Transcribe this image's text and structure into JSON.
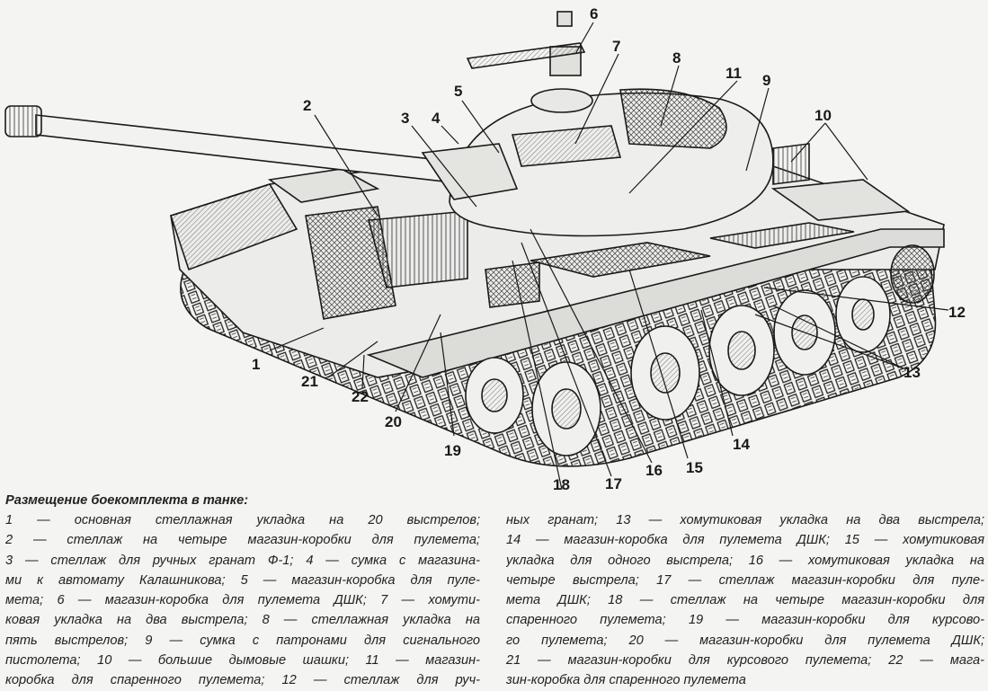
{
  "callouts": [
    "1",
    "2",
    "3",
    "4",
    "5",
    "6",
    "7",
    "8",
    "9",
    "10",
    "11",
    "12",
    "13",
    "14",
    "15",
    "16",
    "17",
    "18",
    "19",
    "20",
    "21",
    "22"
  ],
  "caption": {
    "title": "Размещение боекомплекта в танке:",
    "left_lines": [
      "1 — основная стеллажная укладка на 20 выстрелов;",
      "2 — стеллаж на четыре магазин-коробки для пулемета;",
      "3 — стеллаж для ручных гранат Ф-1; 4 — сумка с магазина-",
      "ми к автомату Калашникова; 5 — магазин-коробка для пуле-",
      "мета; 6 — магазин-коробка для пулемета ДШК; 7 — хомути-",
      "ковая укладка на два выстрела; 8 — стеллажная укладка на",
      "пять выстрелов; 9 — сумка с патронами для сигнального",
      "пистолета; 10 — большие дымовые шашки; 11 — магазин-",
      "коробка для спаренного пулемета; 12 — стеллаж для руч-"
    ],
    "right_lines": [
      "ных гранат; 13 — хомутиковая укладка на два выстрела;",
      "14 — магазин-коробка для пулемета ДШК; 15 — хомутиковая",
      "укладка для одного выстрела; 16 — хомутиковая укладка на",
      "четыре выстрела; 17 — стеллаж магазин-коробки для пуле-",
      "мета ДШК; 18 — стеллаж на четыре магазин-коробки для",
      "спаренного пулемета; 19 — магазин-коробки для курсово-",
      "го пулемета; 20 — магазин-коробки для пулемета ДШК;",
      "21 — магазин-коробки для курсового пулемета; 22 — мага-",
      "зин-коробка для спаренного пулемета"
    ]
  }
}
